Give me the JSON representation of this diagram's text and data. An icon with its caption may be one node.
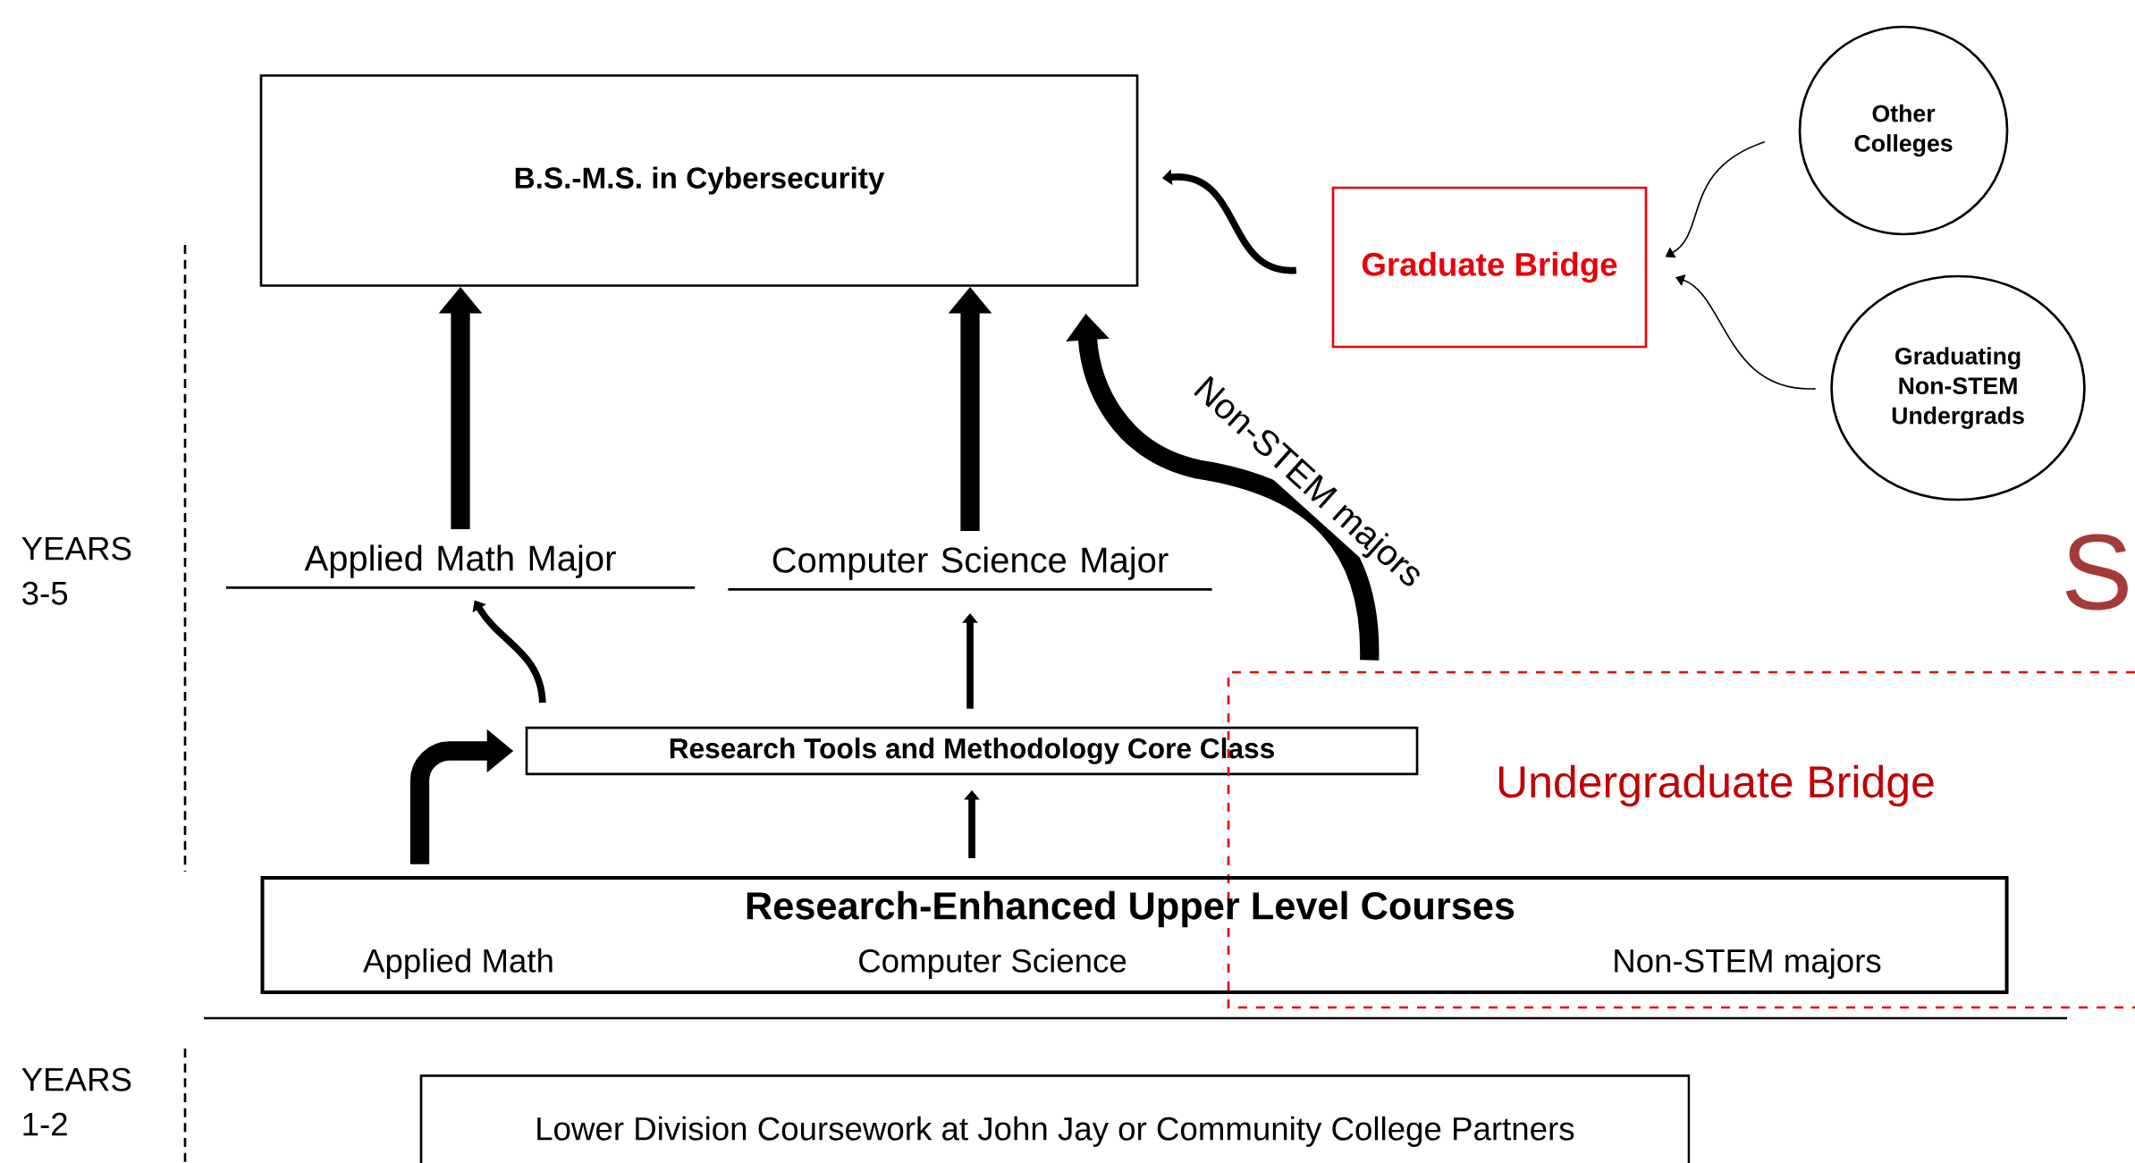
{
  "diagram": {
    "nodes": [
      {
        "text": [
          "B.S.-M.S. in Cybersecurity"
        ]
      },
      {
        "text": [
          "Graduate Bridge"
        ]
      },
      {
        "text": [
          "Other Colleges"
        ]
      },
      {
        "text": [
          "Graduating Non-STEM Undergrads"
        ]
      },
      {
        "text": [
          "Applied Math Major"
        ]
      },
      {
        "text": [
          "Computer Science Major"
        ]
      },
      {
        "text": [
          "Research Tools and Methodology Core Class"
        ]
      },
      {
        "text": [
          "Undergraduate Bridge"
        ]
      },
      {
        "text": [
          "Research-Enhanced Upper Level Courses",
          "Applied Math",
          "Computer Science",
          "Non-STEM majors"
        ]
      },
      {
        "text": [
          "Lower Division Coursework at John Jay or Community College Partners"
        ]
      }
    ],
    "edges": [
      {
        "from": 4,
        "to": 0,
        "arrow": "to",
        "style": "thick"
      },
      {
        "from": 5,
        "to": 0,
        "arrow": "to",
        "style": "thick"
      },
      {
        "from": 1,
        "to": 0,
        "arrow": "to"
      },
      {
        "from": 2,
        "to": 1,
        "arrow": "to"
      },
      {
        "from": 3,
        "to": 1,
        "arrow": "to"
      },
      {
        "from": 7,
        "to": 0,
        "arrow": "to",
        "style": "thick",
        "label": "Non-STEM majors"
      },
      {
        "from": 6,
        "to": 4,
        "arrow": "to"
      },
      {
        "from": 6,
        "to": 5,
        "arrow": "to"
      },
      {
        "from": 8,
        "to": 6,
        "arrow": "to"
      },
      {
        "from": 8,
        "to": 6,
        "arrow": "to",
        "style": "thick"
      }
    ],
    "labels": [
      "YEARS 3-5",
      "YEARS 1-2",
      "S"
    ]
  }
}
